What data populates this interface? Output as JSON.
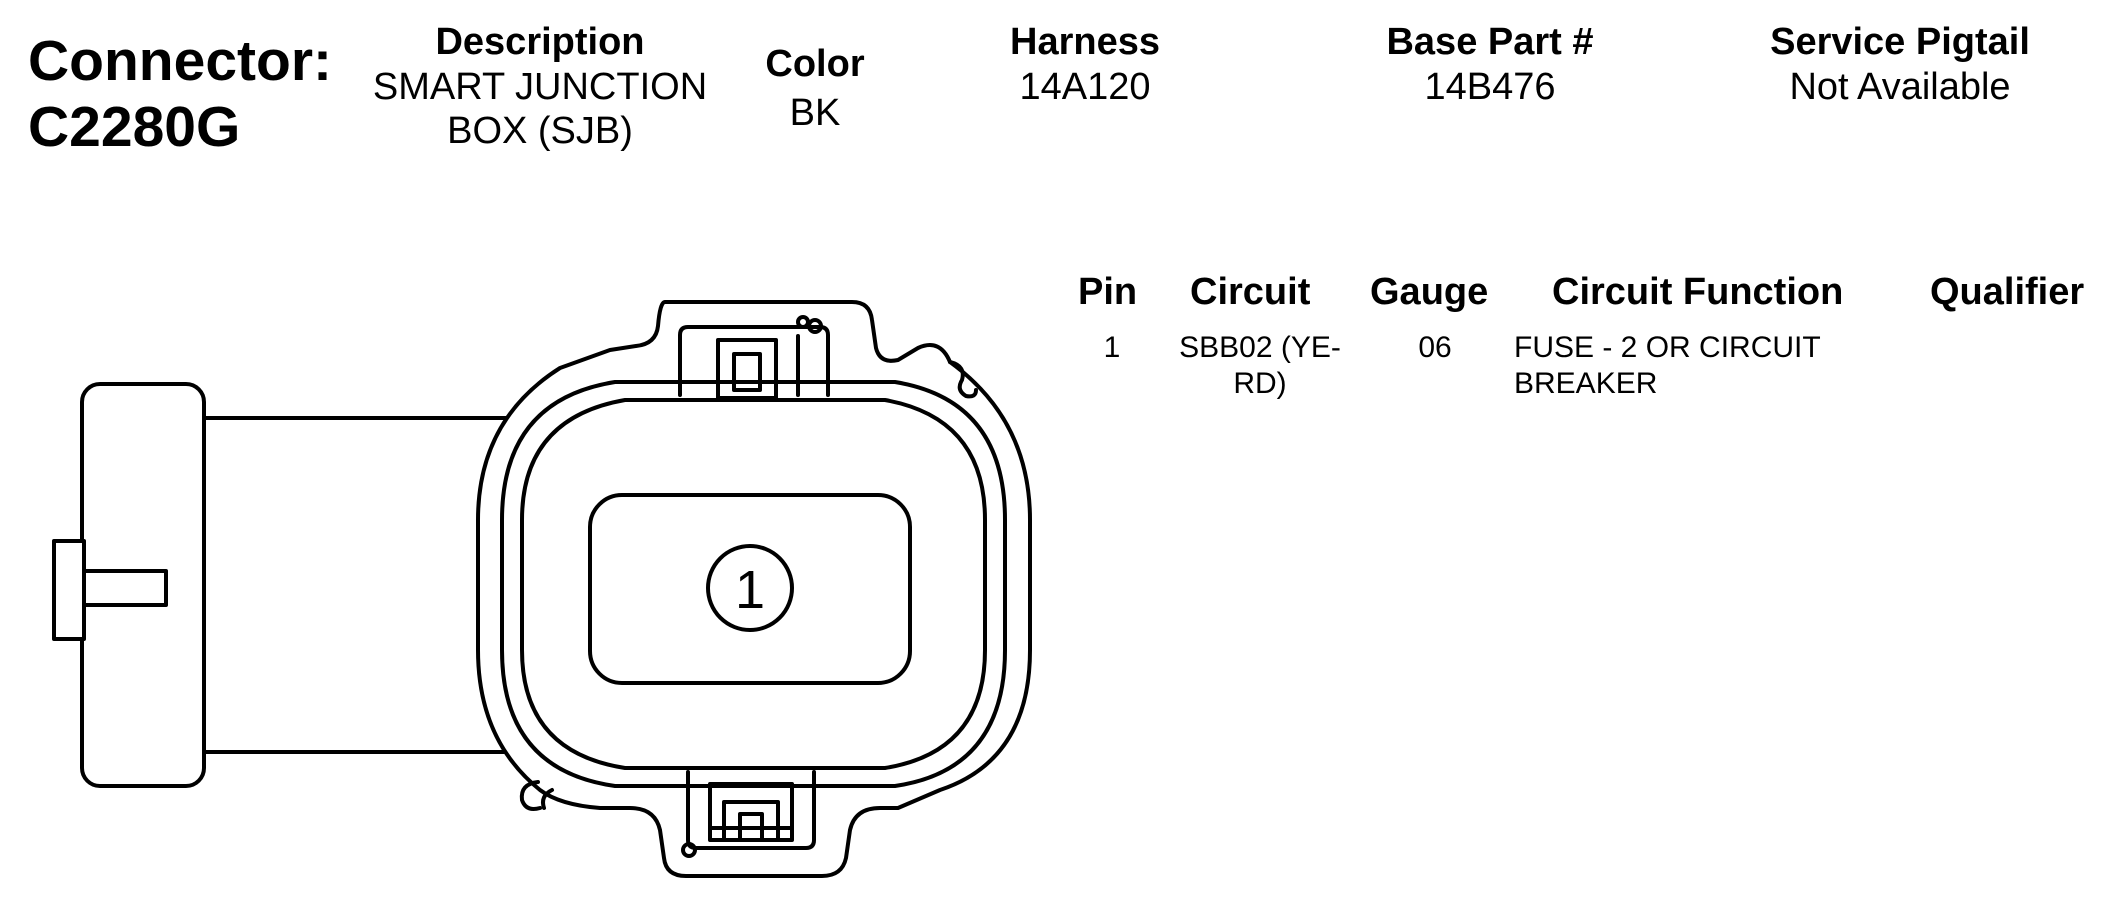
{
  "connector": {
    "label": "Connector:",
    "id": "C2280G"
  },
  "header": {
    "description": {
      "label": "Description",
      "line1": "SMART JUNCTION",
      "line2": "BOX (SJB)"
    },
    "color": {
      "label": "Color",
      "value": "BK"
    },
    "harness": {
      "label": "Harness",
      "value": "14A120"
    },
    "base_part": {
      "label": "Base Part #",
      "value": "14B476"
    },
    "service_pigtail": {
      "label": "Service Pigtail",
      "value": "Not Available"
    }
  },
  "table": {
    "headers": [
      "Pin",
      "Circuit",
      "Gauge",
      "Circuit Function",
      "Qualifier"
    ],
    "rows": [
      {
        "pin": "1",
        "circuit_line1": "SBB02 (YE-",
        "circuit_line2": "RD)",
        "gauge": "06",
        "function_line1": "FUSE - 2 OR CIRCUIT",
        "function_line2": "BREAKER",
        "qualifier": ""
      }
    ]
  },
  "diagram": {
    "pin_label": "1"
  }
}
